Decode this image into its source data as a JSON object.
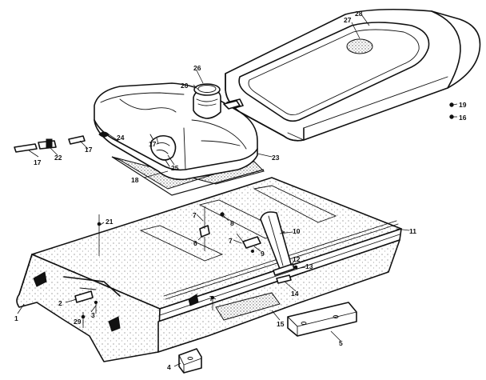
{
  "diagram": {
    "type": "exploded-parts-diagram",
    "colors": {
      "ink": "#111111",
      "paper": "#ffffff",
      "stipple": "#888888"
    },
    "callouts": [
      {
        "id": "c1",
        "label": "1"
      },
      {
        "id": "c2",
        "label": "2"
      },
      {
        "id": "c3",
        "label": "3"
      },
      {
        "id": "c4",
        "label": "4"
      },
      {
        "id": "c5",
        "label": "5"
      },
      {
        "id": "c6",
        "label": "6"
      },
      {
        "id": "c7a",
        "label": "7"
      },
      {
        "id": "c7b",
        "label": "7"
      },
      {
        "id": "c7c",
        "label": "7"
      },
      {
        "id": "c8",
        "label": "8"
      },
      {
        "id": "c9",
        "label": "9"
      },
      {
        "id": "c10",
        "label": "10"
      },
      {
        "id": "c11",
        "label": "11"
      },
      {
        "id": "c12",
        "label": "12"
      },
      {
        "id": "c13",
        "label": "13"
      },
      {
        "id": "c14",
        "label": "14"
      },
      {
        "id": "c15",
        "label": "15"
      },
      {
        "id": "c16",
        "label": "16"
      },
      {
        "id": "c17a",
        "label": "17"
      },
      {
        "id": "c17b",
        "label": "17"
      },
      {
        "id": "c17c",
        "label": "17"
      },
      {
        "id": "c18",
        "label": "18"
      },
      {
        "id": "c19",
        "label": "19"
      },
      {
        "id": "c20",
        "label": "20"
      },
      {
        "id": "c21",
        "label": "21"
      },
      {
        "id": "c22",
        "label": "22"
      },
      {
        "id": "c23",
        "label": "23"
      },
      {
        "id": "c24",
        "label": "24"
      },
      {
        "id": "c25",
        "label": "25"
      },
      {
        "id": "c26",
        "label": "26"
      },
      {
        "id": "c27",
        "label": "27"
      },
      {
        "id": "c28",
        "label": "28"
      },
      {
        "id": "c29",
        "label": "29"
      }
    ]
  }
}
